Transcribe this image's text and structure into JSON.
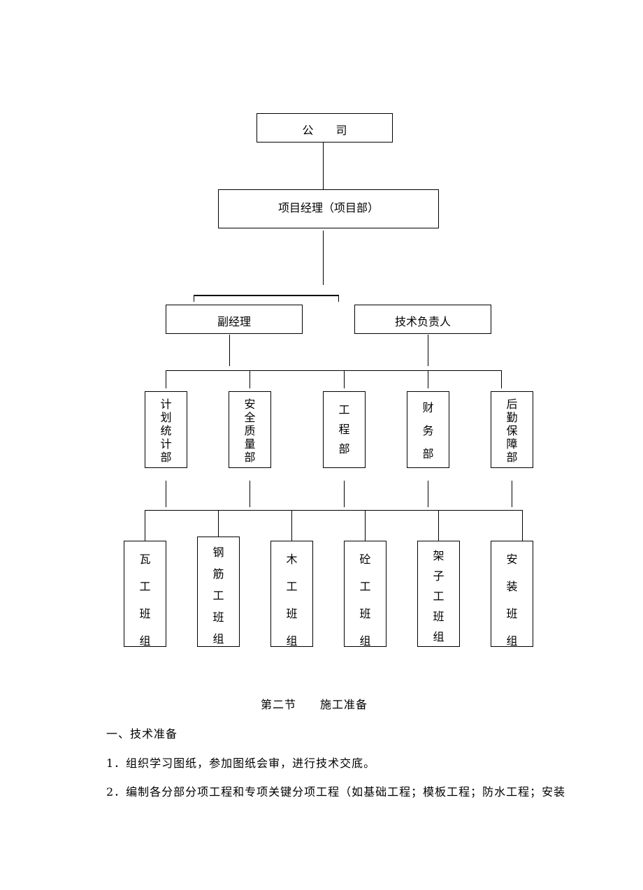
{
  "org": {
    "company": "公　　司",
    "pm": "项目经理（项目部）",
    "deputy": "副经理",
    "tech": "技术负责人",
    "departments": [
      "计划统计部",
      "安全质量部",
      "工程部",
      "财务部",
      "后勤保障部"
    ],
    "teams": [
      "瓦工班组",
      "钢筋工班组",
      "木工班组",
      "砼工班组",
      "架子工班组",
      "安装班组"
    ]
  },
  "text": {
    "section": "第二节　　施工准备",
    "heading": "一、技术准备",
    "item1": "1．组织学习图纸，参加图纸会审，进行技术交底。",
    "item2": "2．编制各分部分项工程和专项关键分项工程（如基础工程；模板工程；防水工程；安装"
  }
}
